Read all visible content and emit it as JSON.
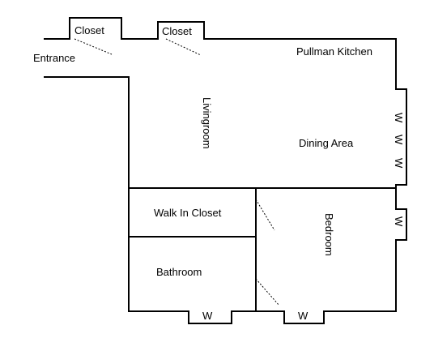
{
  "labels": {
    "closet_left": "Closet",
    "closet_right": "Closet",
    "entrance": "Entrance",
    "kitchen": "Pullman Kitchen",
    "livingroom": "Livingroom",
    "dining": "Dining Area",
    "walkin": "Walk In Closet",
    "bedroom": "Bedroom",
    "bathroom": "Bathroom"
  },
  "window_marks": [
    "W",
    "W",
    "W",
    "W",
    "W",
    "W"
  ]
}
